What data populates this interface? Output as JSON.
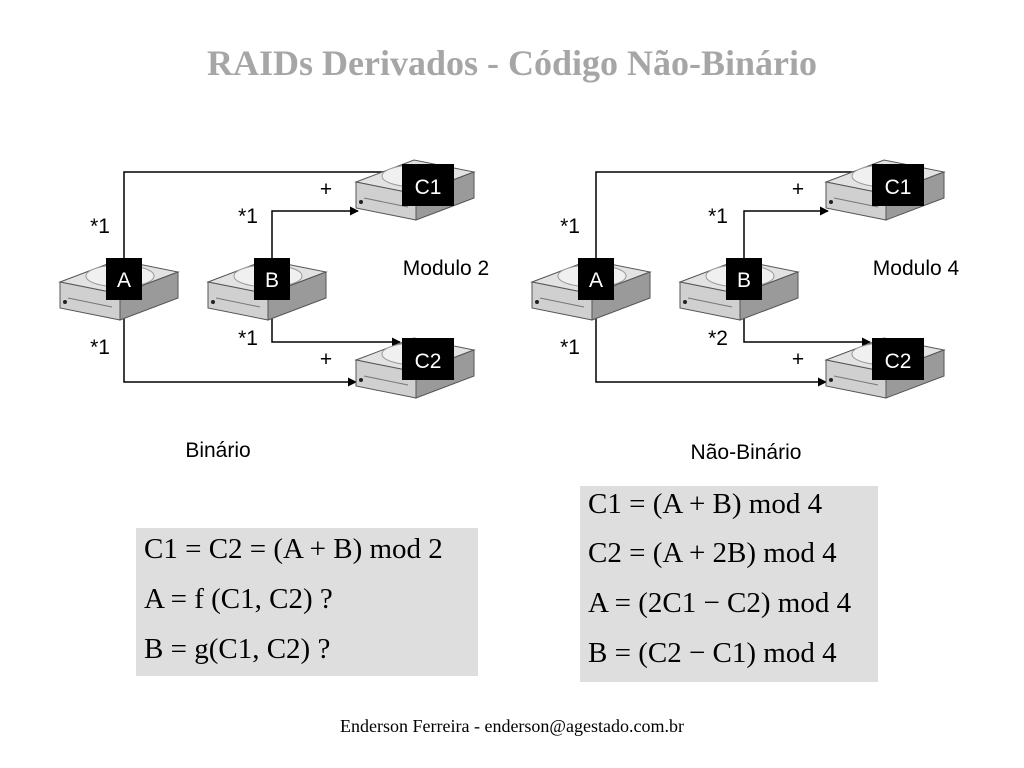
{
  "title": "RAIDs Derivados - Código Não-Binário",
  "diagrams": {
    "left": {
      "caption": "Binário",
      "modulo": "Modulo 2",
      "disks": [
        "A",
        "B",
        "C1",
        "C2"
      ],
      "coef_a_top": "*1",
      "coef_a_bottom": "*1",
      "coef_b_top": "*1",
      "coef_b_bottom": "*1",
      "plus_top": "+",
      "plus_bottom": "+"
    },
    "right": {
      "caption": "Não-Binário",
      "modulo": "Modulo 4",
      "disks": [
        "A",
        "B",
        "C1",
        "C2"
      ],
      "coef_a_top": "*1",
      "coef_a_bottom": "*1",
      "coef_b_top": "*1",
      "coef_b_bottom": "*2",
      "plus_top": "+",
      "plus_bottom": "+"
    }
  },
  "formulas": {
    "binary": [
      "C1 = C2 = (A + B) mod 2",
      "A = f (C1, C2) ?",
      "B = g(C1, C2) ?"
    ],
    "non_binary": [
      "C1 = (A + B) mod 4",
      "C2 = (A + 2B) mod 4",
      "A = (2C1 − C2) mod 4",
      "B = (C2 − C1) mod 4"
    ]
  },
  "footer": "Enderson Ferreira - enderson@agestado.com.br"
}
